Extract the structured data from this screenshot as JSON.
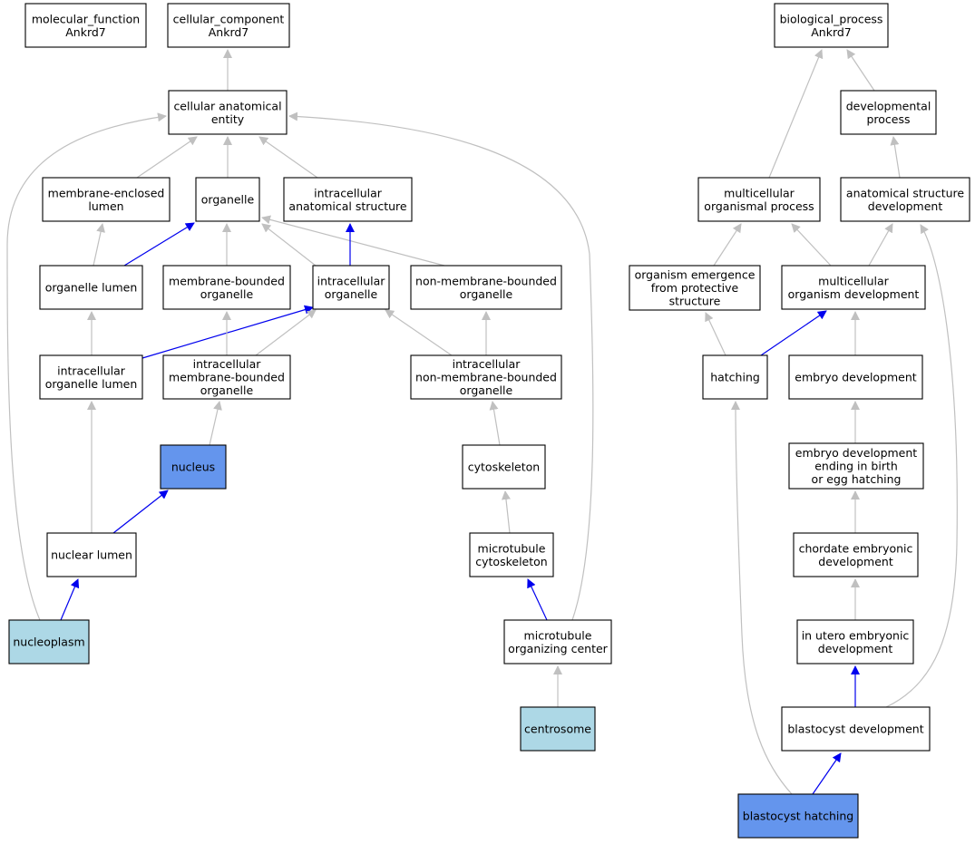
{
  "colors": {
    "node_fill": "#ffffff",
    "query_fill": "#6495ed",
    "annotated_fill": "#add8e6",
    "edge_is_a": "#c0c0c0",
    "edge_part_of": "#0000ee"
  },
  "nodes": [
    {
      "id": "molecular_function",
      "lines": [
        "molecular_function",
        "Ankrd7"
      ],
      "style": "plain"
    },
    {
      "id": "cellular_component",
      "lines": [
        "cellular_component",
        "Ankrd7"
      ],
      "style": "plain"
    },
    {
      "id": "cellular_anatomical_entity",
      "lines": [
        "cellular anatomical",
        "entity"
      ],
      "style": "plain"
    },
    {
      "id": "membrane_enclosed_lumen",
      "lines": [
        "membrane-enclosed",
        "lumen"
      ],
      "style": "plain"
    },
    {
      "id": "organelle",
      "lines": [
        "organelle"
      ],
      "style": "plain"
    },
    {
      "id": "intracellular_anatomical_structure",
      "lines": [
        "intracellular",
        "anatomical structure"
      ],
      "style": "plain"
    },
    {
      "id": "organelle_lumen",
      "lines": [
        "organelle lumen"
      ],
      "style": "plain"
    },
    {
      "id": "membrane_bounded_organelle",
      "lines": [
        "membrane-bounded",
        "organelle"
      ],
      "style": "plain"
    },
    {
      "id": "intracellular_organelle",
      "lines": [
        "intracellular",
        "organelle"
      ],
      "style": "plain"
    },
    {
      "id": "non_membrane_bounded_organelle",
      "lines": [
        "non-membrane-bounded",
        "organelle"
      ],
      "style": "plain"
    },
    {
      "id": "intracellular_organelle_lumen",
      "lines": [
        "intracellular",
        "organelle lumen"
      ],
      "style": "plain"
    },
    {
      "id": "intracellular_membrane_bounded_organelle",
      "lines": [
        "intracellular",
        "membrane-bounded",
        "organelle"
      ],
      "style": "plain"
    },
    {
      "id": "intracellular_non_membrane_bounded_organelle",
      "lines": [
        "intracellular",
        "non-membrane-bounded",
        "organelle"
      ],
      "style": "plain"
    },
    {
      "id": "nucleus",
      "lines": [
        "nucleus"
      ],
      "style": "query"
    },
    {
      "id": "cytoskeleton",
      "lines": [
        "cytoskeleton"
      ],
      "style": "plain"
    },
    {
      "id": "nuclear_lumen",
      "lines": [
        "nuclear lumen"
      ],
      "style": "plain"
    },
    {
      "id": "microtubule_cytoskeleton",
      "lines": [
        "microtubule",
        "cytoskeleton"
      ],
      "style": "plain"
    },
    {
      "id": "nucleoplasm",
      "lines": [
        "nucleoplasm"
      ],
      "style": "annotated"
    },
    {
      "id": "microtubule_organizing_center",
      "lines": [
        "microtubule",
        "organizing center"
      ],
      "style": "plain"
    },
    {
      "id": "centrosome",
      "lines": [
        "centrosome"
      ],
      "style": "annotated"
    },
    {
      "id": "biological_process",
      "lines": [
        "biological_process",
        "Ankrd7"
      ],
      "style": "plain"
    },
    {
      "id": "developmental_process",
      "lines": [
        "developmental",
        "process"
      ],
      "style": "plain"
    },
    {
      "id": "multicellular_organismal_process",
      "lines": [
        "multicellular",
        "organismal process"
      ],
      "style": "plain"
    },
    {
      "id": "anatomical_structure_development",
      "lines": [
        "anatomical structure",
        "development"
      ],
      "style": "plain"
    },
    {
      "id": "organism_emergence",
      "lines": [
        "organism emergence",
        "from protective",
        "structure"
      ],
      "style": "plain"
    },
    {
      "id": "multicellular_organism_development",
      "lines": [
        "multicellular",
        "organism development"
      ],
      "style": "plain"
    },
    {
      "id": "hatching",
      "lines": [
        "hatching"
      ],
      "style": "plain"
    },
    {
      "id": "embryo_development",
      "lines": [
        "embryo development"
      ],
      "style": "plain"
    },
    {
      "id": "embryo_development_ending",
      "lines": [
        "embryo development",
        "ending in birth",
        "or egg hatching"
      ],
      "style": "plain"
    },
    {
      "id": "chordate_embryonic_development",
      "lines": [
        "chordate embryonic",
        "development"
      ],
      "style": "plain"
    },
    {
      "id": "in_utero_embryonic_development",
      "lines": [
        "in utero embryonic",
        "development"
      ],
      "style": "plain"
    },
    {
      "id": "blastocyst_development",
      "lines": [
        "blastocyst development"
      ],
      "style": "plain"
    },
    {
      "id": "blastocyst_hatching",
      "lines": [
        "blastocyst hatching"
      ],
      "style": "query"
    }
  ],
  "edges": [
    {
      "from": "cellular_anatomical_entity",
      "to": "cellular_component",
      "type": "is_a"
    },
    {
      "from": "membrane_enclosed_lumen",
      "to": "cellular_anatomical_entity",
      "type": "is_a"
    },
    {
      "from": "organelle",
      "to": "cellular_anatomical_entity",
      "type": "is_a"
    },
    {
      "from": "intracellular_anatomical_structure",
      "to": "cellular_anatomical_entity",
      "type": "is_a"
    },
    {
      "from": "nucleoplasm",
      "to": "cellular_anatomical_entity",
      "type": "is_a"
    },
    {
      "from": "microtubule_organizing_center",
      "to": "cellular_anatomical_entity",
      "type": "is_a"
    },
    {
      "from": "organelle_lumen",
      "to": "membrane_enclosed_lumen",
      "type": "is_a"
    },
    {
      "from": "organelle_lumen",
      "to": "organelle",
      "type": "part_of"
    },
    {
      "from": "membrane_bounded_organelle",
      "to": "organelle",
      "type": "is_a"
    },
    {
      "from": "intracellular_organelle",
      "to": "organelle",
      "type": "is_a"
    },
    {
      "from": "non_membrane_bounded_organelle",
      "to": "organelle",
      "type": "is_a"
    },
    {
      "from": "intracellular_organelle",
      "to": "intracellular_anatomical_structure",
      "type": "part_of"
    },
    {
      "from": "intracellular_organelle_lumen",
      "to": "organelle_lumen",
      "type": "is_a"
    },
    {
      "from": "intracellular_organelle_lumen",
      "to": "intracellular_organelle",
      "type": "part_of"
    },
    {
      "from": "intracellular_membrane_bounded_organelle",
      "to": "membrane_bounded_organelle",
      "type": "is_a"
    },
    {
      "from": "intracellular_membrane_bounded_organelle",
      "to": "intracellular_organelle",
      "type": "is_a"
    },
    {
      "from": "intracellular_non_membrane_bounded_organelle",
      "to": "intracellular_organelle",
      "type": "is_a"
    },
    {
      "from": "intracellular_non_membrane_bounded_organelle",
      "to": "non_membrane_bounded_organelle",
      "type": "is_a"
    },
    {
      "from": "nucleus",
      "to": "intracellular_membrane_bounded_organelle",
      "type": "is_a"
    },
    {
      "from": "cytoskeleton",
      "to": "intracellular_non_membrane_bounded_organelle",
      "type": "is_a"
    },
    {
      "from": "nuclear_lumen",
      "to": "intracellular_organelle_lumen",
      "type": "is_a"
    },
    {
      "from": "nuclear_lumen",
      "to": "nucleus",
      "type": "part_of"
    },
    {
      "from": "microtubule_cytoskeleton",
      "to": "cytoskeleton",
      "type": "is_a"
    },
    {
      "from": "nucleoplasm",
      "to": "nuclear_lumen",
      "type": "part_of"
    },
    {
      "from": "microtubule_organizing_center",
      "to": "microtubule_cytoskeleton",
      "type": "part_of"
    },
    {
      "from": "centrosome",
      "to": "microtubule_organizing_center",
      "type": "is_a"
    },
    {
      "from": "developmental_process",
      "to": "biological_process",
      "type": "is_a"
    },
    {
      "from": "multicellular_organismal_process",
      "to": "biological_process",
      "type": "is_a"
    },
    {
      "from": "anatomical_structure_development",
      "to": "developmental_process",
      "type": "is_a"
    },
    {
      "from": "organism_emergence",
      "to": "multicellular_organismal_process",
      "type": "is_a"
    },
    {
      "from": "multicellular_organism_development",
      "to": "multicellular_organismal_process",
      "type": "is_a"
    },
    {
      "from": "multicellular_organism_development",
      "to": "anatomical_structure_development",
      "type": "is_a"
    },
    {
      "from": "blastocyst_development",
      "to": "anatomical_structure_development",
      "type": "is_a"
    },
    {
      "from": "hatching",
      "to": "organism_emergence",
      "type": "is_a"
    },
    {
      "from": "hatching",
      "to": "multicellular_organism_development",
      "type": "part_of"
    },
    {
      "from": "embryo_development",
      "to": "multicellular_organism_development",
      "type": "is_a"
    },
    {
      "from": "embryo_development_ending",
      "to": "embryo_development",
      "type": "is_a"
    },
    {
      "from": "chordate_embryonic_development",
      "to": "embryo_development_ending",
      "type": "is_a"
    },
    {
      "from": "in_utero_embryonic_development",
      "to": "chordate_embryonic_development",
      "type": "is_a"
    },
    {
      "from": "blastocyst_development",
      "to": "in_utero_embryonic_development",
      "type": "part_of"
    },
    {
      "from": "blastocyst_hatching",
      "to": "hatching",
      "type": "is_a"
    },
    {
      "from": "blastocyst_hatching",
      "to": "blastocyst_development",
      "type": "part_of"
    }
  ]
}
